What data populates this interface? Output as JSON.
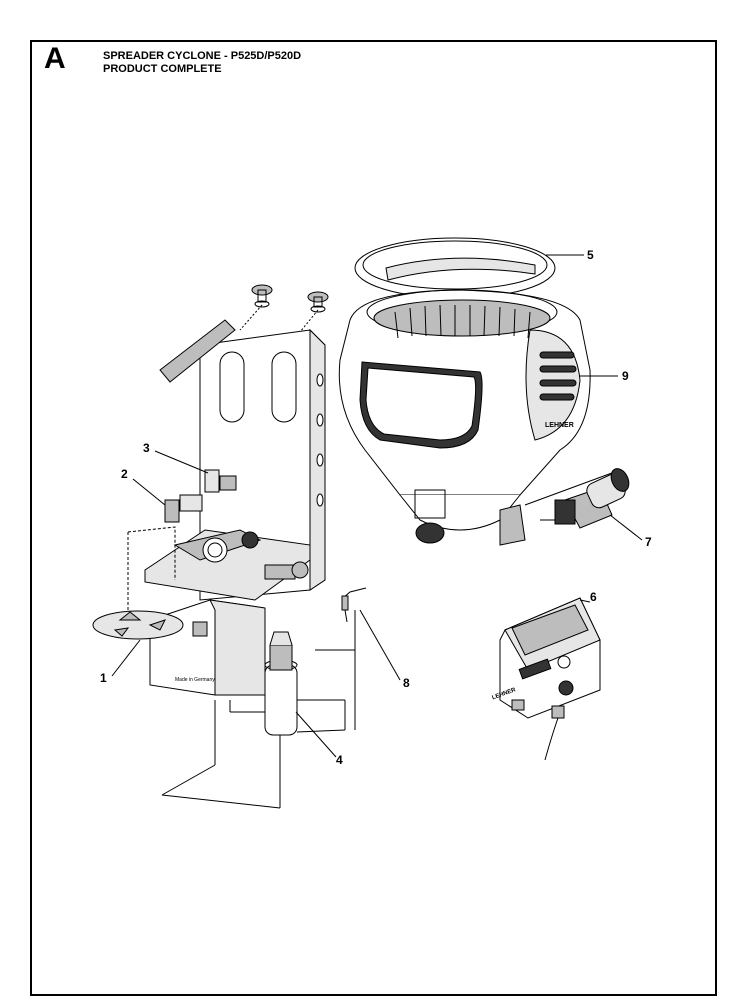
{
  "header": {
    "section_letter": "A",
    "title_line_1": "SPREADER CYCLONE - P525D/P520D",
    "title_line_2": "PRODUCT COMPLETE"
  },
  "callouts": [
    {
      "id": "1",
      "label": "1"
    },
    {
      "id": "2",
      "label": "2"
    },
    {
      "id": "3",
      "label": "3"
    },
    {
      "id": "4",
      "label": "4"
    },
    {
      "id": "5",
      "label": "5"
    },
    {
      "id": "6",
      "label": "6"
    },
    {
      "id": "7",
      "label": "7"
    },
    {
      "id": "8",
      "label": "8"
    },
    {
      "id": "9",
      "label": "9"
    }
  ],
  "part_markings": {
    "housing_text": "Made in Germany",
    "hopper_logo": "LEHNER",
    "controller_logo": "LEHNER"
  }
}
